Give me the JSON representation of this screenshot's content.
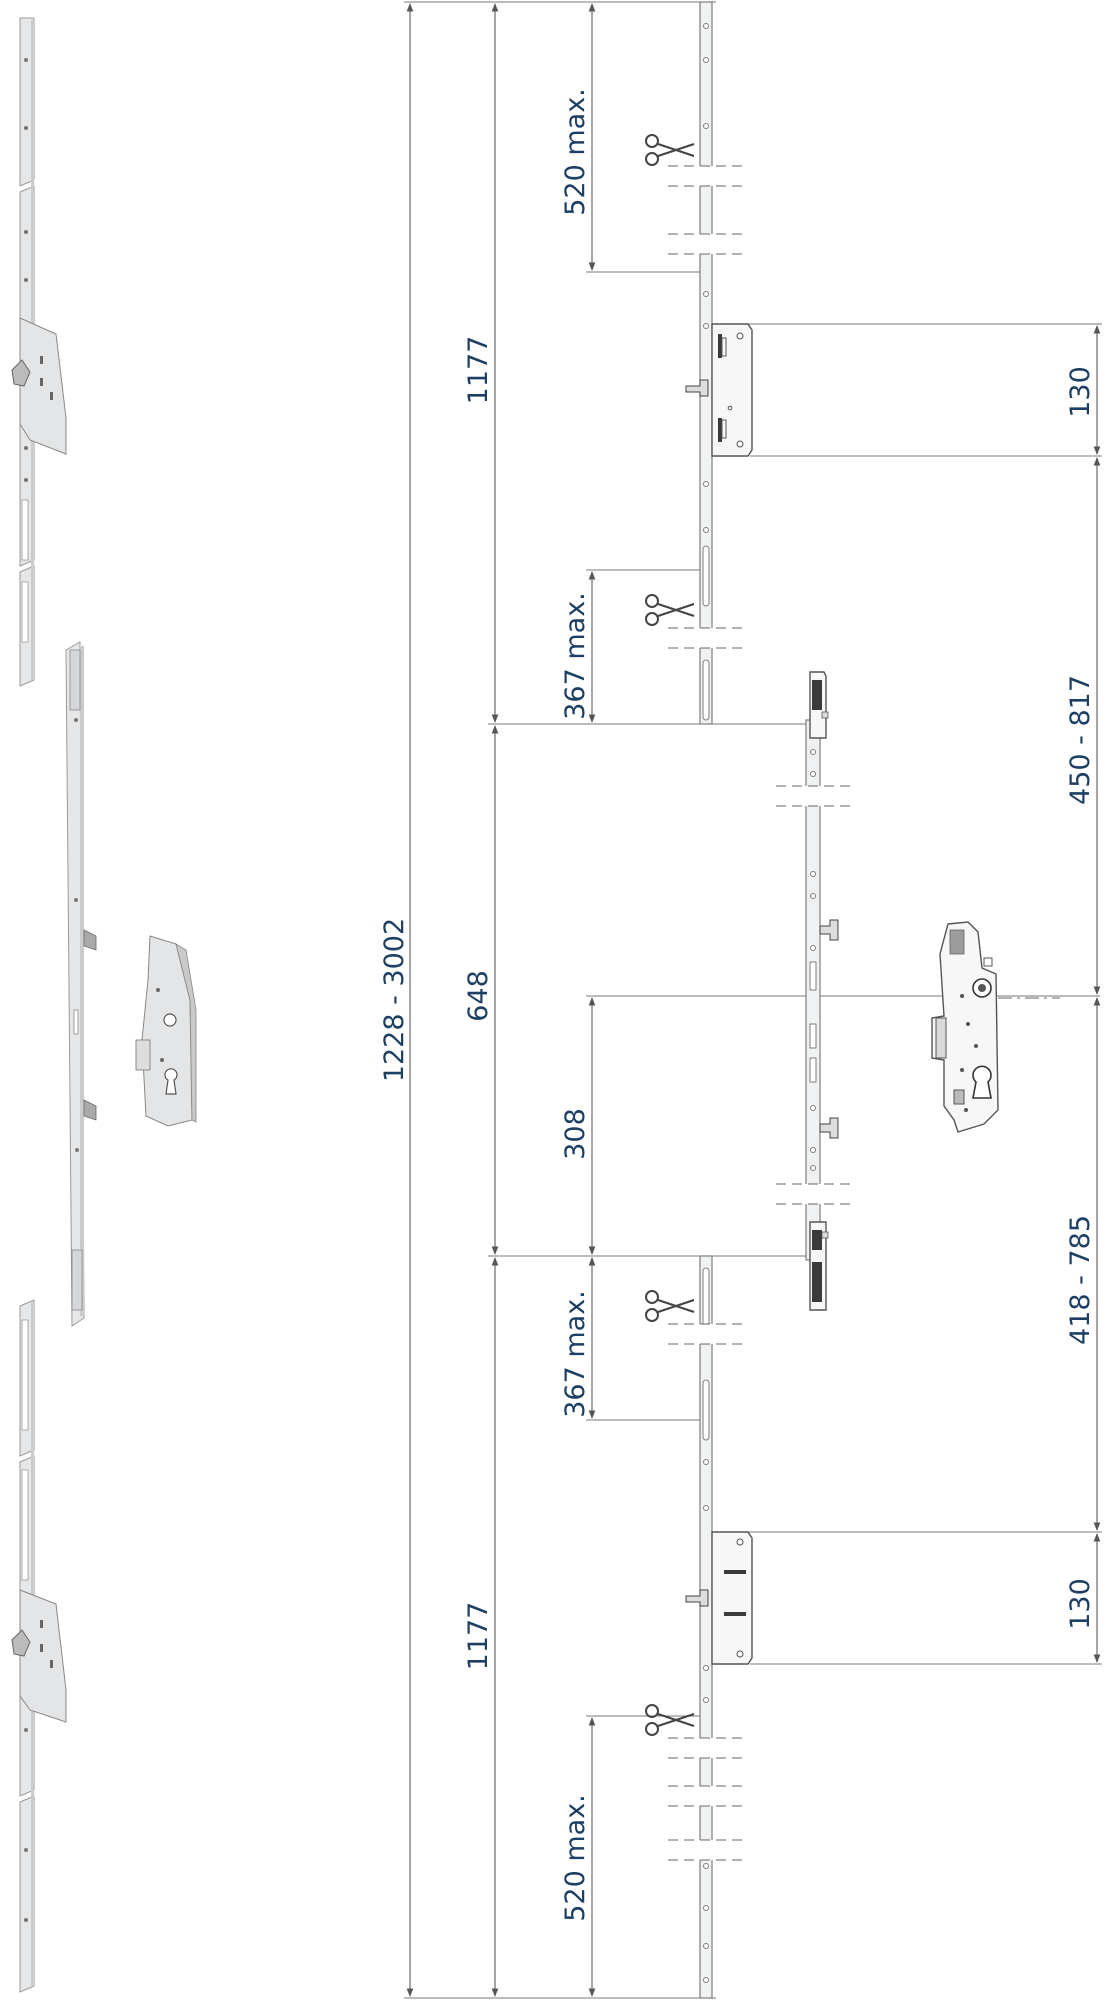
{
  "dimensions": {
    "overall": "1228 - 3002",
    "upper_extension": "1177",
    "center_gearbox": "648",
    "lower_extension": "1177",
    "upper_cut_max": "520 max.",
    "upper_mid_cut_max": "367 max.",
    "lower_mid_cut_max": "367 max.",
    "lower_cut_max": "520 max.",
    "handle_offset": "308",
    "upper_hook_case": "130",
    "lower_hook_case": "130",
    "upper_spacing_range": "450 - 817",
    "lower_spacing_range": "418 - 785"
  },
  "icons": {
    "cut": "scissors-icon"
  },
  "colors": {
    "dimension_text": "#1d3f63",
    "lines": "#6b6b6b"
  }
}
